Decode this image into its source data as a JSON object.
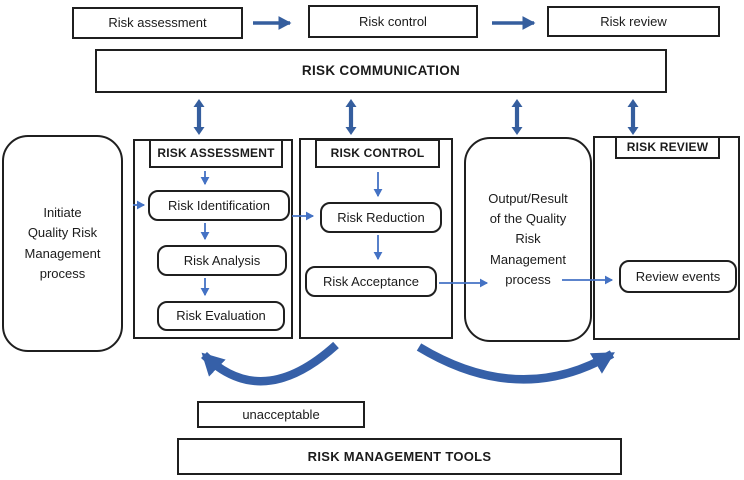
{
  "colors": {
    "accent_arrow": "#355e9e",
    "thin_arrow": "#4472c4",
    "curved_arrow": "#3660a8",
    "box_border": "#1f1f1f",
    "background": "#ffffff"
  },
  "top_flow": {
    "steps": [
      "Risk assessment",
      "Risk control",
      "Risk review"
    ]
  },
  "communication": {
    "label": "RISK COMMUNICATION"
  },
  "initiate": {
    "text": "Initiate\nQuality Risk\nManagement\nprocess"
  },
  "assessment": {
    "title": "RISK ASSESSMENT",
    "steps": [
      "Risk Identification",
      "Risk Analysis",
      "Risk Evaluation"
    ]
  },
  "control": {
    "title": "RISK CONTROL",
    "steps": [
      "Risk Reduction",
      "Risk Acceptance"
    ]
  },
  "output": {
    "text": "Output/Result\nof the Quality\nRisk\nManagement\nprocess"
  },
  "review": {
    "title": "RISK REVIEW",
    "steps": [
      "Review events"
    ]
  },
  "feedback": {
    "label": "unacceptable"
  },
  "tools": {
    "label": "RISK MANAGEMENT TOOLS"
  }
}
